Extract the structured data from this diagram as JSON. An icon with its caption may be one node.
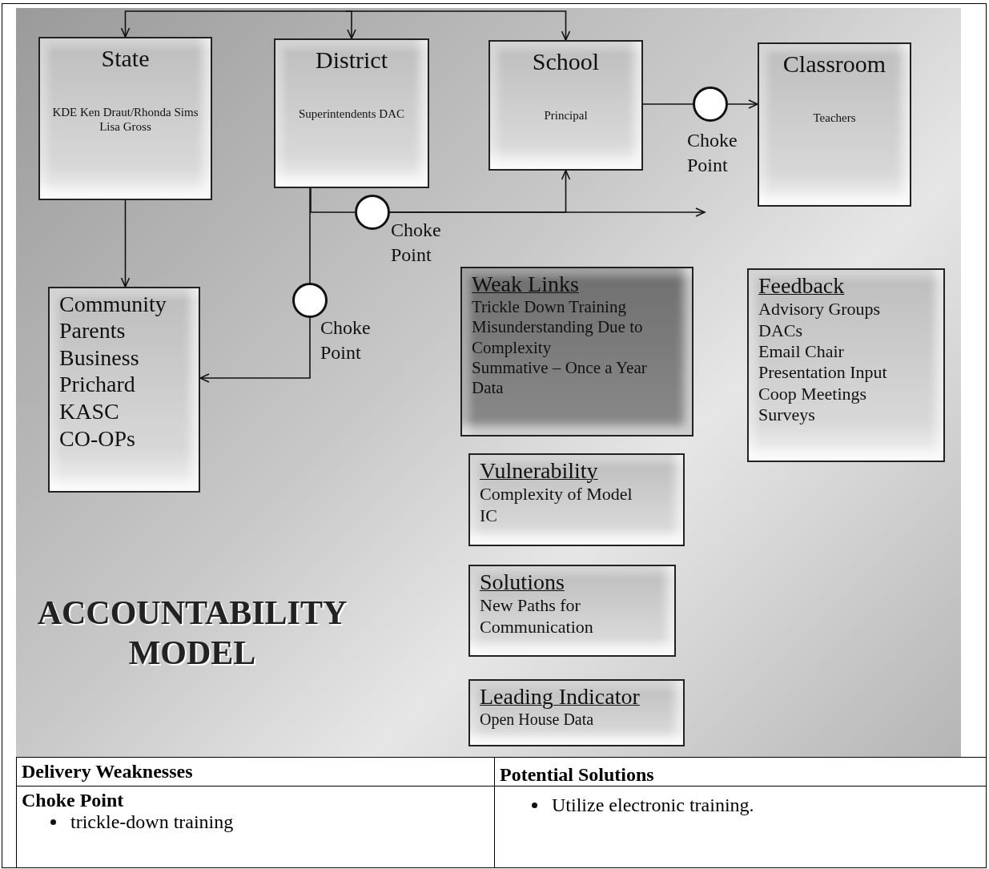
{
  "diagram": {
    "title": "ACCOUNTABILITY MODEL",
    "nodes": [
      {
        "text": [
          "State",
          "KDE Ken Draut/Rhonda Sims Lisa Gross"
        ]
      },
      {
        "text": [
          "District",
          "Superintendents DAC"
        ]
      },
      {
        "text": [
          "School",
          "Principal"
        ]
      },
      {
        "text": [
          "Classroom",
          "Teachers"
        ]
      },
      {
        "text": [],
        "shape": "circle",
        "beside": [
          "Choke Point"
        ]
      },
      {
        "text": [],
        "shape": "circle",
        "beside": [
          "Choke Point"
        ]
      },
      {
        "text": [
          "Community",
          "Parents",
          "Business",
          "Prichard",
          "KASC",
          "CO-OPs"
        ]
      },
      {
        "text": [],
        "shape": "circle",
        "beside": [
          "Choke Point"
        ]
      },
      {
        "text": [
          "Weak Links",
          "Trickle Down Training",
          "Misunderstanding Due to Complexity",
          "Summative – Once a Year Data"
        ]
      },
      {
        "text": [
          "Feedback",
          "Advisory Groups",
          "DACs",
          "Email Chair",
          "Presentation Input",
          "Coop Meetings",
          "Surveys"
        ]
      },
      {
        "text": [
          "Vulnerability",
          "Complexity of Model",
          "IC"
        ]
      },
      {
        "text": [
          "Solutions",
          "New Paths for Communication"
        ]
      },
      {
        "text": [
          "Leading Indicator",
          "Open House Data"
        ]
      }
    ],
    "edges": [
      {
        "from": null,
        "to": 0,
        "arrow": "to"
      },
      {
        "from": null,
        "to": 1,
        "arrow": "to"
      },
      {
        "from": null,
        "to": 2,
        "arrow": "to"
      },
      {
        "from": 0,
        "to": 6,
        "arrow": "to"
      },
      {
        "from": 1,
        "to": 5,
        "arrow": "none"
      },
      {
        "from": 5,
        "to": 2,
        "arrow": "to"
      },
      {
        "from": 5,
        "to": null,
        "arrow": "to"
      },
      {
        "from": 1,
        "to": 7,
        "arrow": "none"
      },
      {
        "from": 7,
        "to": 6,
        "arrow": "to"
      },
      {
        "from": 2,
        "to": 4,
        "arrow": "none"
      },
      {
        "from": 4,
        "to": 3,
        "arrow": "to"
      }
    ],
    "labels": [
      "Delivery Weaknesses",
      "Potential Solutions",
      "Choke Point",
      "trickle-down training",
      "Utilize electronic training."
    ]
  }
}
